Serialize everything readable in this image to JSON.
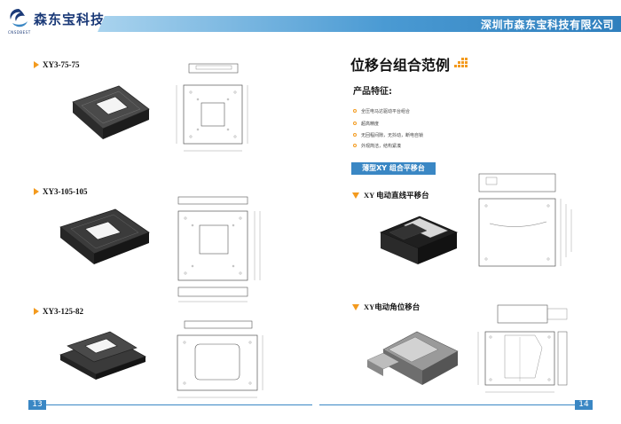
{
  "header": {
    "brand_name": "森东宝科技",
    "brand_sub": "CNSDBEST",
    "company_name": "深圳市森东宝科技有限公司"
  },
  "left_page": {
    "page_number": "13",
    "products": [
      {
        "model": "XY3-75-75"
      },
      {
        "model": "XY3-105-105"
      },
      {
        "model": "XY3-125-82"
      }
    ]
  },
  "right_page": {
    "page_number": "14",
    "section_title": "位移台组合范例",
    "features_title": "产品特征:",
    "features": [
      "全压电马达驱动平台组合",
      "超高精度",
      "无回程间隙，无抖动，断电自锁",
      "外观简洁，结构紧凑"
    ],
    "banner": "薄型XY 组合平移台",
    "subsections": [
      {
        "title": "XY 电动直线平移台"
      },
      {
        "title": "XY电动角位移台"
      }
    ]
  },
  "colors": {
    "accent_blue": "#3a87c4",
    "accent_orange": "#f39a1e",
    "brand_navy": "#1b3a78"
  }
}
